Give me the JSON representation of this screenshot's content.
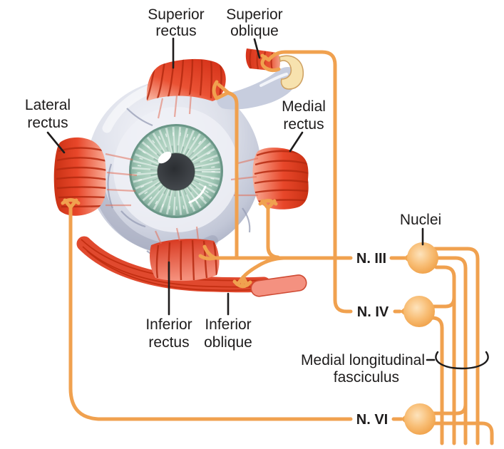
{
  "figure": {
    "description": "Extraocular muscles of the eye and innervation by cranial nerve nuclei"
  },
  "labels": {
    "superior_rectus": {
      "line1": "Superior",
      "line2": "rectus"
    },
    "superior_oblique": {
      "line1": "Superior",
      "line2": "oblique"
    },
    "lateral_rectus": {
      "line1": "Lateral",
      "line2": "rectus"
    },
    "medial_rectus": {
      "line1": "Medial",
      "line2": "rectus"
    },
    "inferior_rectus": {
      "line1": "Inferior",
      "line2": "rectus"
    },
    "inferior_oblique": {
      "line1": "Inferior",
      "line2": "oblique"
    },
    "nuclei": "Nuclei",
    "mlf": {
      "line1": "Medial longitudinal",
      "line2": "fasciculus"
    },
    "n3": "N. III",
    "n4": "N. IV",
    "n6": "N. VI"
  },
  "colors": {
    "nerve": "#f0a14f",
    "text": "#1e1c1c",
    "muscle_red": "#e0391c",
    "muscle_stripe": "#b52a10",
    "sclera": "#d4d8e4",
    "iris": "#a8cdbc",
    "pupil": "#3a3e42",
    "nucleus": "#f5ac55",
    "trochlea": "#f7e2ae",
    "tendon": "#c7cdde"
  }
}
